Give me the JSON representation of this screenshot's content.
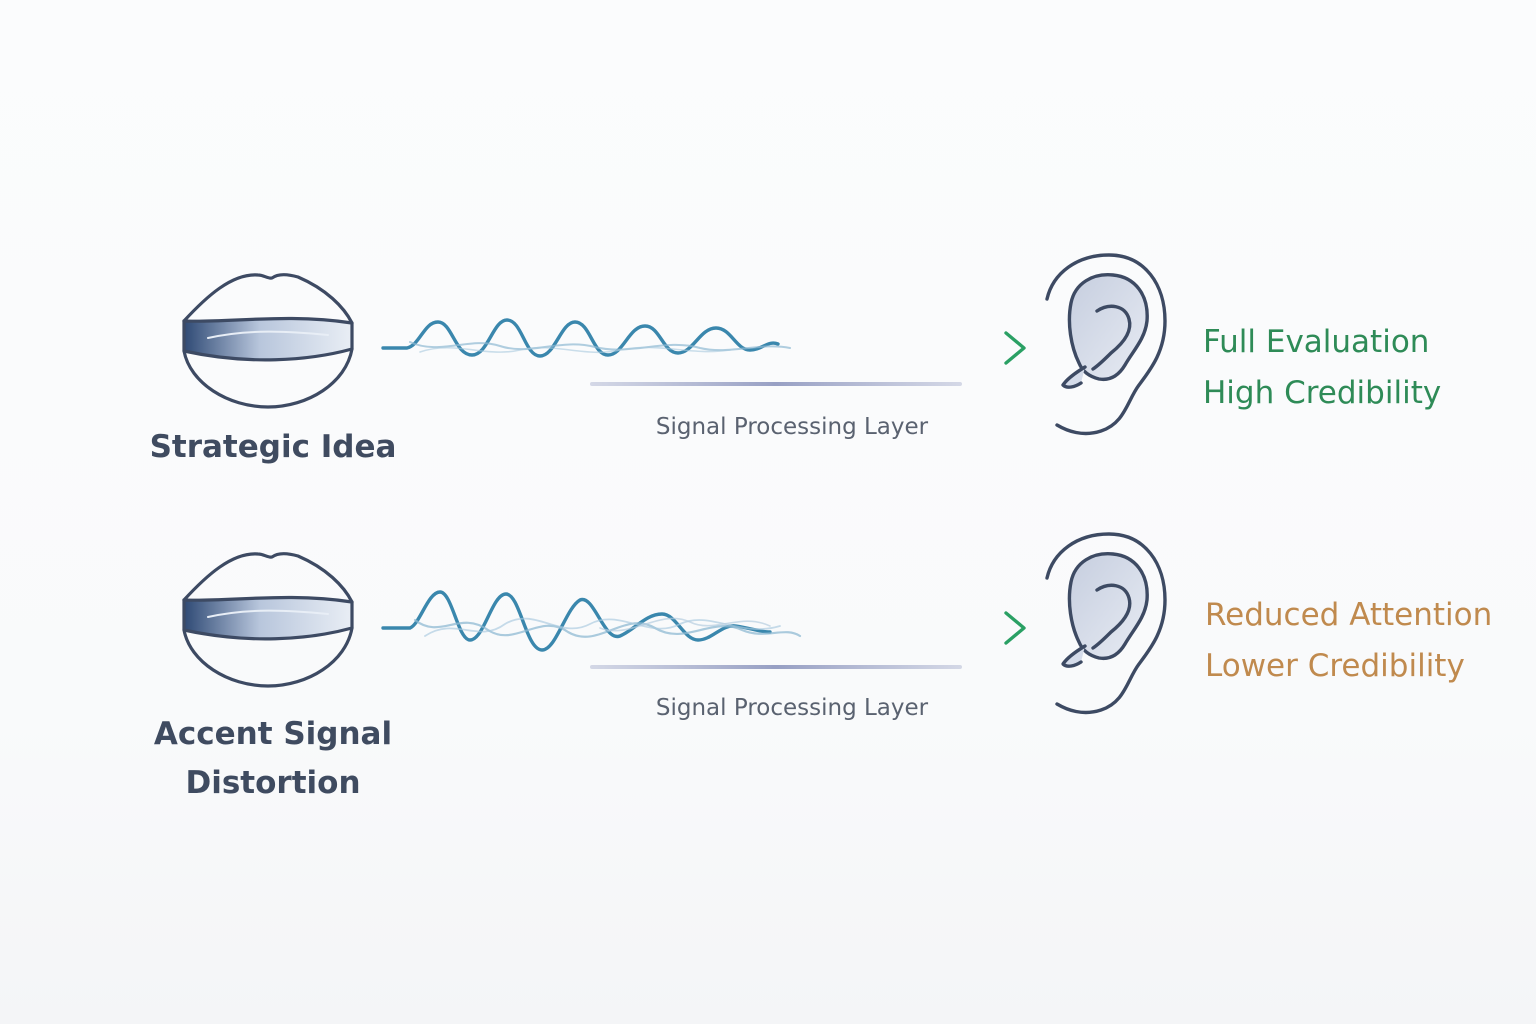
{
  "rows": [
    {
      "source_label_lines": [
        "Strategic Idea"
      ],
      "layer_label": "Signal Processing Layer",
      "outcome_lines": [
        "Full Evaluation",
        "High Credibility"
      ],
      "outcome_color": "#2e8b57",
      "signal_type": "clean"
    },
    {
      "source_label_lines": [
        "Accent Signal",
        "Distortion"
      ],
      "layer_label": "Signal Processing Layer",
      "outcome_lines": [
        "Reduced Attention",
        "Lower Credibility"
      ],
      "outcome_color": "#c08a4e",
      "signal_type": "distorted"
    }
  ],
  "colors": {
    "icon_stroke": "#3d4a63",
    "wave_start": "#3f8cb0",
    "arrow_end": "#2aa064",
    "layer_bar": "#8e97be"
  },
  "icons": [
    "mouth-icon",
    "ear-icon"
  ]
}
